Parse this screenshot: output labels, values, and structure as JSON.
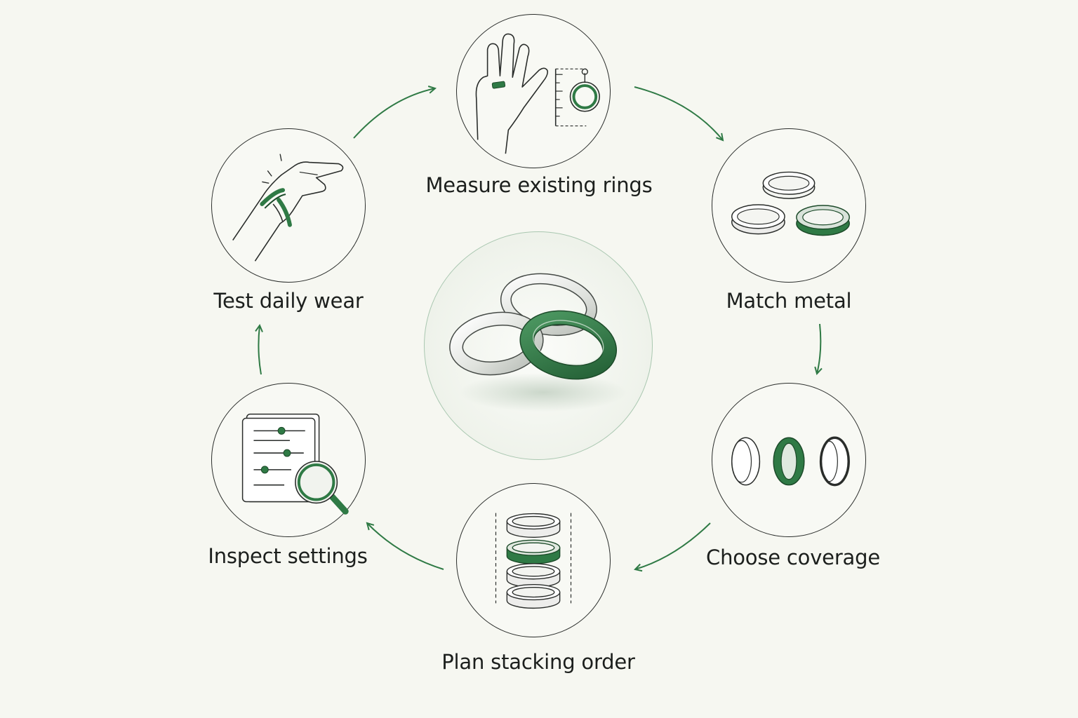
{
  "steps": [
    {
      "id": "measure",
      "label": "Measure existing rings",
      "icon": "hand-measure-icon"
    },
    {
      "id": "metal",
      "label": "Match metal",
      "icon": "ring-trio-icon"
    },
    {
      "id": "coverage",
      "label": "Choose coverage",
      "icon": "ring-profiles-icon"
    },
    {
      "id": "stacking",
      "label": "Plan stacking order",
      "icon": "ring-stack-icon"
    },
    {
      "id": "inspect",
      "label": "Inspect settings",
      "icon": "document-magnifier-icon"
    },
    {
      "id": "wear",
      "label": "Test daily wear",
      "icon": "wrist-rings-icon"
    }
  ],
  "center": {
    "icon": "interlocked-rings-icon"
  },
  "colors": {
    "accent": "#2f7a45",
    "stroke": "#2a2d2b",
    "background": "#f6f7f1",
    "center_ring": "#a9c7b0"
  }
}
